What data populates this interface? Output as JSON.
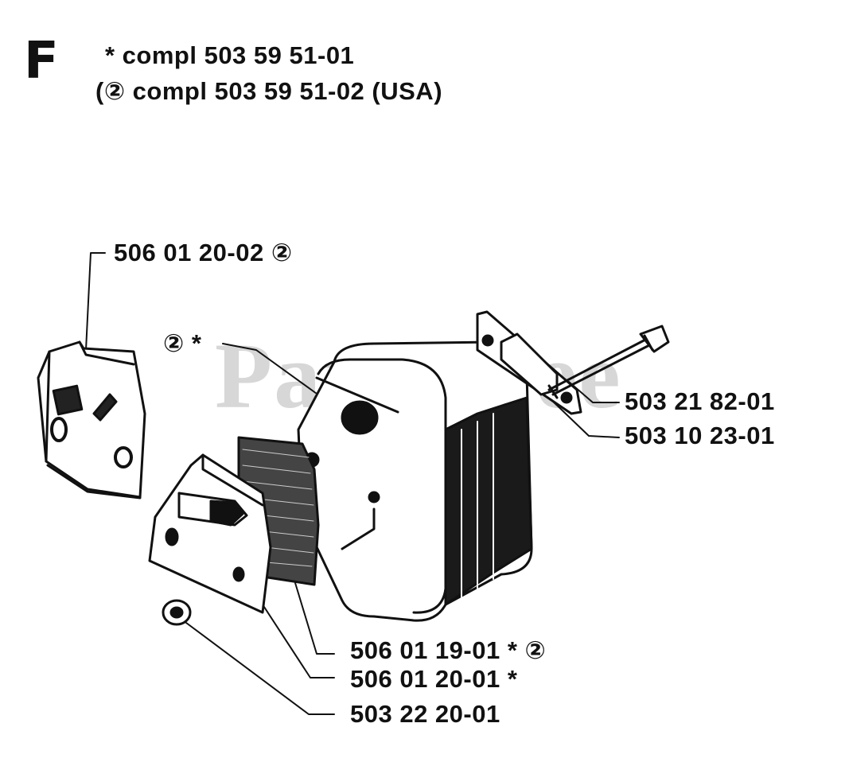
{
  "section": {
    "letter": "F"
  },
  "header": {
    "line1": "*  compl 503 59 51-01",
    "line2": "(② compl 503 59 51-02 (USA)"
  },
  "watermark": {
    "text": "PartsTree"
  },
  "callouts": {
    "c1": "506 01 20-02 ②",
    "c2": "②  *",
    "c3": "503 21 82-01",
    "c4": "503 10 23-01",
    "c5": "506 01 19-01  *  ②",
    "c6": "506 01 20-01  *",
    "c7": "503 22 20-01"
  }
}
